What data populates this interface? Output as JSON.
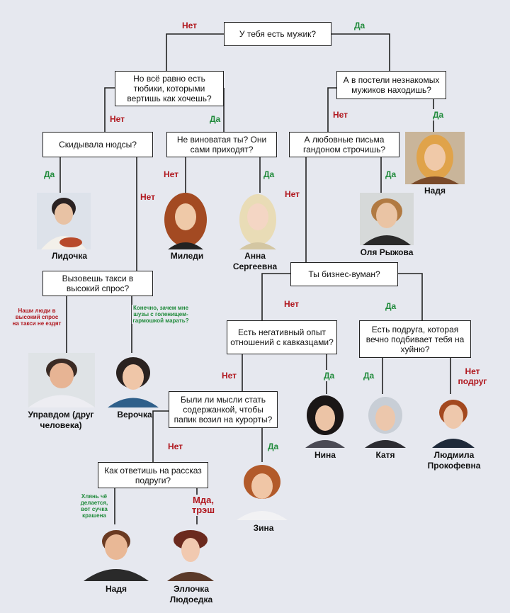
{
  "questions": {
    "q1": "У тебя есть мужик?",
    "q2": "Но всё равно есть тюбики, которыми вертишь как хочешь?",
    "q3": "А в постели незнакомых мужиков находишь?",
    "q4": "Скидывала нюдсы?",
    "q5": "Не виноватая ты? Они сами приходят?",
    "q6": "А любовные письма гандоном строчишь?",
    "q7": "Вызовешь такси в высокий спрос?",
    "q8": "Ты бизнес-вуман?",
    "q9": "Есть негативный опыт отношений с кавказцами?",
    "q10": "Есть подруга, которая вечно подбивает тебя на хуйню?",
    "q11": "Были ли мысли стать содержанкой, чтобы папик возил на курорты?",
    "q12": "Как ответишь на рассказ подруги?"
  },
  "labels": {
    "no": "Нет",
    "yes": "Да",
    "no_friend": "Нет подруг",
    "taxi_no": "Наши люди в высокий спрос на такси не ездят",
    "taxi_yes": "Конечно, зачем мне шузы с голенищем-гармошкой марать?",
    "friend_reply_a": "Хлянь чё делается, вот сучка крашена",
    "friend_reply_b": "Мда, трэш"
  },
  "characters": {
    "nadya1": "Надя",
    "lidochka": "Лидочка",
    "miledi": "Миледи",
    "anna": "Анна Сергеевна",
    "olya": "Оля Рыжова",
    "upravdom": "Управдом (друг человека)",
    "verochka": "Верочка",
    "nina": "Нина",
    "katya": "Катя",
    "lyudmila": "Людмила Прокофевна",
    "zina": "Зина",
    "nadya2": "Надя",
    "ellochka": "Эллочка Людоедка"
  },
  "colors": {
    "no": "#b0171e",
    "yes": "#1f8a3a",
    "background": "#e6e8ef"
  }
}
